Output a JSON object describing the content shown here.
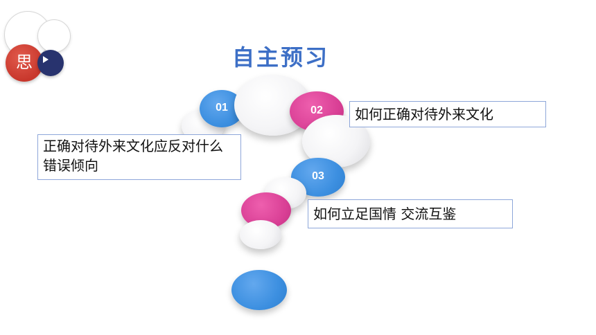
{
  "title": "自主预习",
  "corner_badge": {
    "char": "思",
    "icon": "play-icon"
  },
  "bubbles": [
    {
      "id": "01",
      "color": "#3c8fe0"
    },
    {
      "id": "02",
      "color": "#d93f95"
    },
    {
      "id": "03",
      "color": "#3c8fe0"
    }
  ],
  "boxes": {
    "left": "正确对待外来文化应反对什么错误倾向",
    "top_right": "如何正确对待外来文化",
    "bottom_right": "如何立足国情 交流互鉴"
  },
  "colors": {
    "title": "#3d6fc6",
    "blue": "#3c8fe0",
    "pink": "#d93f95",
    "red": "#c8372c",
    "navy": "#28336e"
  }
}
